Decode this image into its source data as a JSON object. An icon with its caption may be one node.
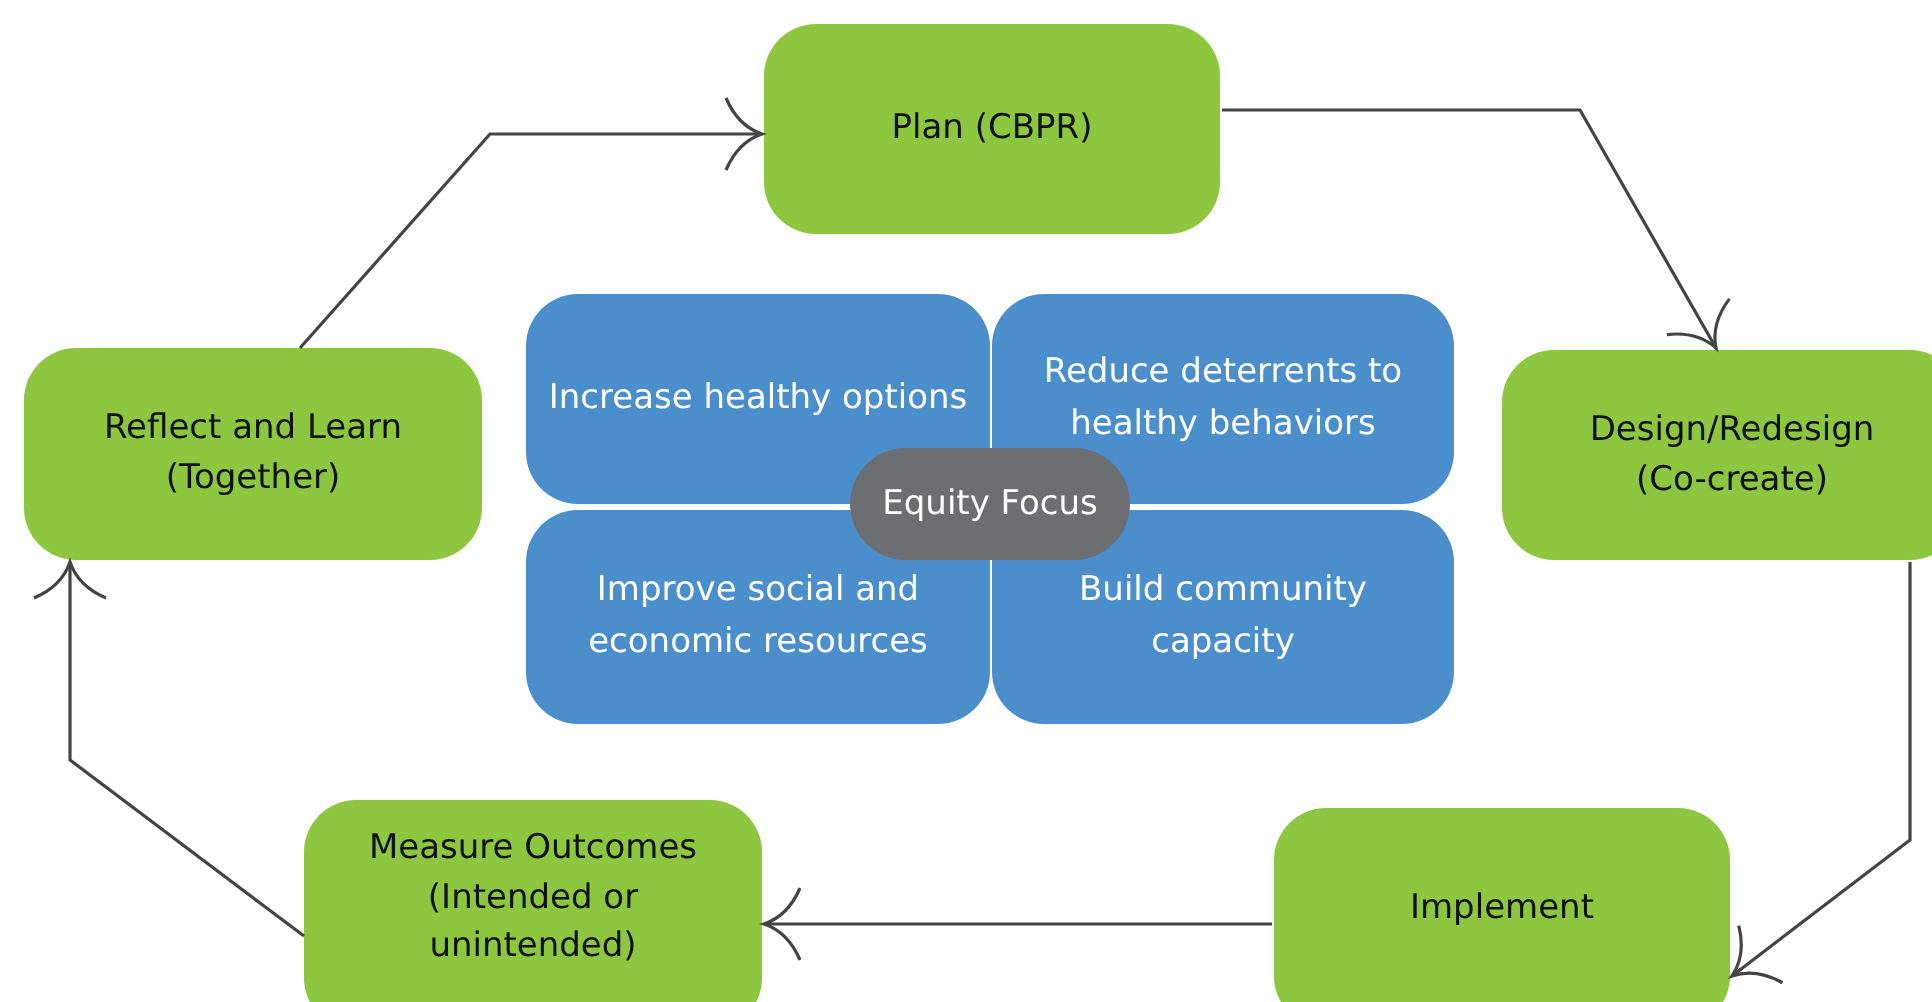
{
  "diagram": {
    "nodes": [
      {
        "text": [
          "Plan (CBPR)"
        ]
      },
      {
        "text": [
          "Design/Redesign (Co-create)"
        ]
      },
      {
        "text": [
          "Implement"
        ]
      },
      {
        "text": [
          "Measure Outcomes (Intended or unintended)"
        ]
      },
      {
        "text": [
          "Reflect and Learn (Together)"
        ]
      },
      {
        "text": [
          "Increase healthy options"
        ]
      },
      {
        "text": [
          "Reduce deterrents to healthy behaviors"
        ]
      },
      {
        "text": [
          "Improve social and economic resources"
        ]
      },
      {
        "text": [
          "Build community capacity"
        ]
      },
      {
        "text": [
          "Equity Focus"
        ]
      }
    ],
    "edges": [
      {
        "from": 4,
        "to": 0,
        "arrow": "to"
      },
      {
        "from": 0,
        "to": 1,
        "arrow": "to"
      },
      {
        "from": 1,
        "to": 2,
        "arrow": "to"
      },
      {
        "from": 2,
        "to": 3,
        "arrow": "to"
      },
      {
        "from": 3,
        "to": 4,
        "arrow": "to"
      }
    ]
  }
}
